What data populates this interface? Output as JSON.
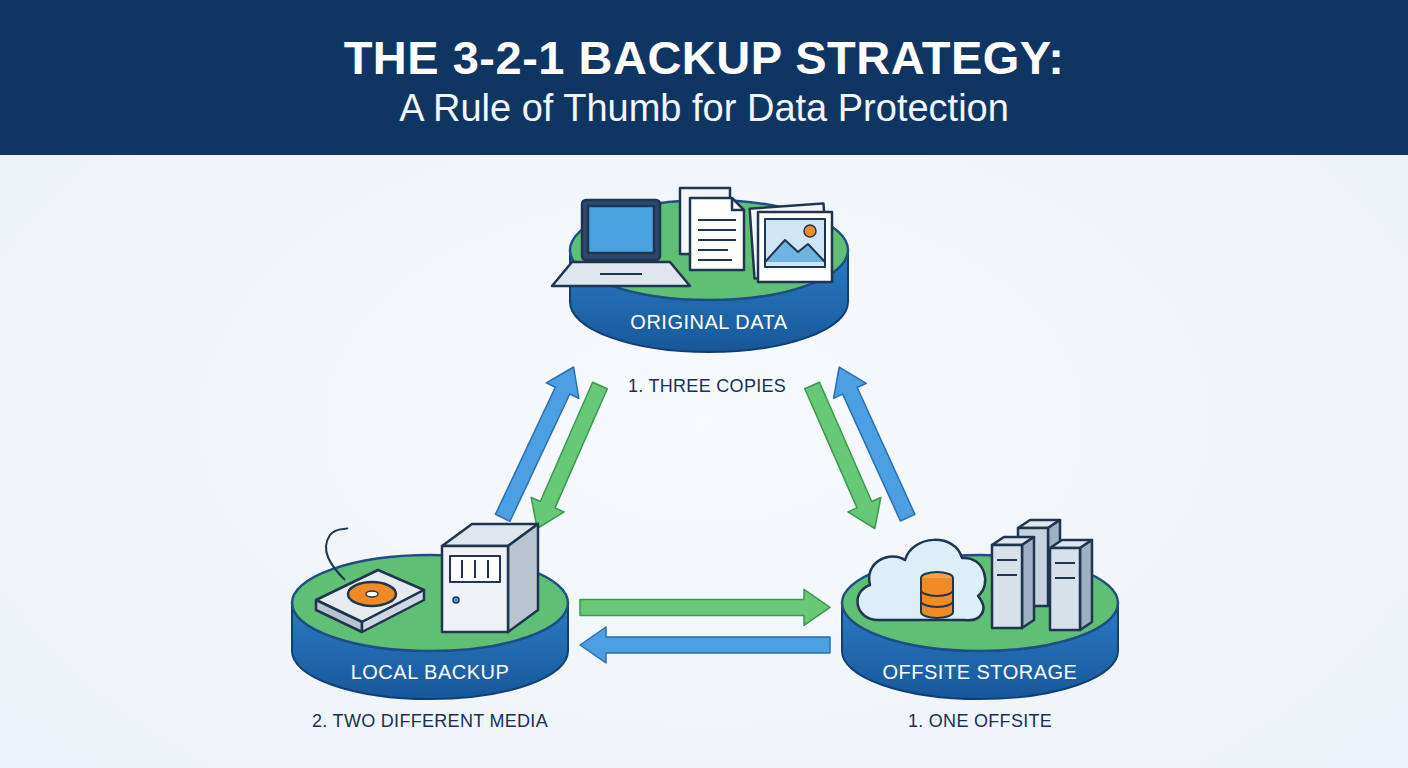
{
  "diagram": {
    "title": "THE 3-2-1 BACKUP STRATEGY:",
    "nodes": [
      {
        "text": [
          "ORIGINAL DATA"
        ]
      },
      {
        "text": [
          "LOCAL BACKUP"
        ]
      },
      {
        "text": [
          "OFFSITE STORAGE"
        ]
      }
    ],
    "edges": [
      {
        "from": 0,
        "to": 1,
        "arrow": "to"
      },
      {
        "from": 1,
        "to": 0,
        "arrow": "to"
      },
      {
        "from": 0,
        "to": 2,
        "arrow": "to"
      },
      {
        "from": 2,
        "to": 0,
        "arrow": "to"
      },
      {
        "from": 1,
        "to": 2,
        "arrow": "to"
      },
      {
        "from": 2,
        "to": 1,
        "arrow": "to"
      }
    ],
    "labels": [
      "A Rule of Thumb for Data Protection",
      "1. THREE COPIES",
      "2. TWO DIFFERENT MEDIA",
      "1. ONE OFFSITE"
    ]
  }
}
